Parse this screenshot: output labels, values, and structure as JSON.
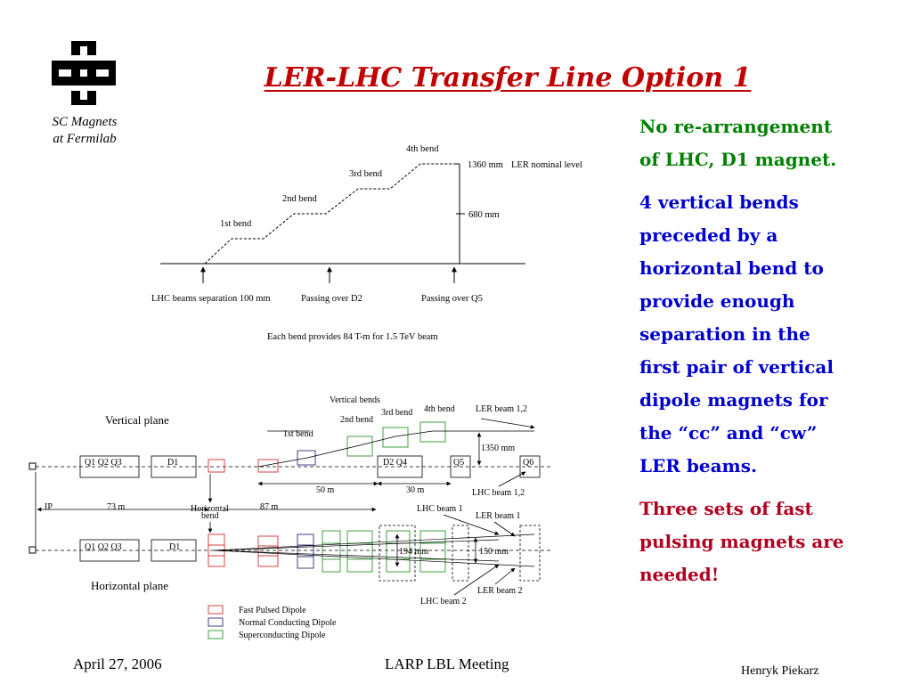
{
  "slide": {
    "title": "LER-LHC Transfer Line Option 1",
    "org_line1": "SC Magnets",
    "org_line2": "at Fermilab"
  },
  "side_text": {
    "p1_line1": "No re-arrangement",
    "p1_line2": "of LHC, D1 magnet.",
    "p2_lines": [
      "4 vertical bends",
      "preceded by a",
      "horizontal bend to",
      "provide enough",
      "separation in the",
      "first pair of vertical",
      "dipole magnets for",
      "the “cc” and “cw”",
      "LER beams."
    ],
    "p3_lines": [
      "Three sets of fast",
      "pulsing magnets are",
      "needed!"
    ]
  },
  "top_diagram": {
    "bend1": "1st bend",
    "bend2": "2nd bend",
    "bend3": "3rd bend",
    "bend4": "4th bend",
    "level_value": "1360 mm",
    "level_label": "LER nominal level",
    "half_value": "680 mm",
    "label_start": "LHC beams separation 100 mm",
    "label_d2": "Passing over D2",
    "label_q5": "Passing over Q5",
    "caption": "Each bend provides 84 T-m for 1.5 TeV beam"
  },
  "bottom_diagram": {
    "vertical_bends": "Vertical bends",
    "bend1": "1st bend",
    "bend2": "2nd bend",
    "bend3": "3rd bend",
    "bend4": "4th bend",
    "ler_beam_12": "LER beam 1,2",
    "lhc_beam_12": "LHC beam 1,2",
    "vertical_plane": "Vertical plane",
    "horizontal_plane": "Horizontal plane",
    "q123": "Q1  Q2  Q3",
    "d1": "D1",
    "d2q4": "D2  Q4",
    "q5": "Q5",
    "q6": "Q6",
    "sep_1350": "1350 mm",
    "dist_50": "50 m",
    "dist_30": "30 m",
    "ip": "IP",
    "dist_73": "73 m",
    "dist_87": "87 m",
    "horizontal": "Horizontal",
    "bend": "bend",
    "lhc_beam_1": "LHC beam 1",
    "ler_beam_1": "LER beam 1",
    "mm_194": "194 mm",
    "mm_150": "150 mm",
    "ler_beam_2": "LER beam 2",
    "lhc_beam_2": "LHC beam 2",
    "legend": [
      {
        "label": "Fast Pulsed Dipole",
        "color": "#d04040"
      },
      {
        "label": "Normal Conducting Dipole",
        "color": "#404080"
      },
      {
        "label": "Superconducting Dipole",
        "color": "#40a040"
      }
    ]
  },
  "footer": {
    "date": "April 27, 2006",
    "meeting": "LARP LBL Meeting",
    "author": "Henryk Piekarz"
  }
}
